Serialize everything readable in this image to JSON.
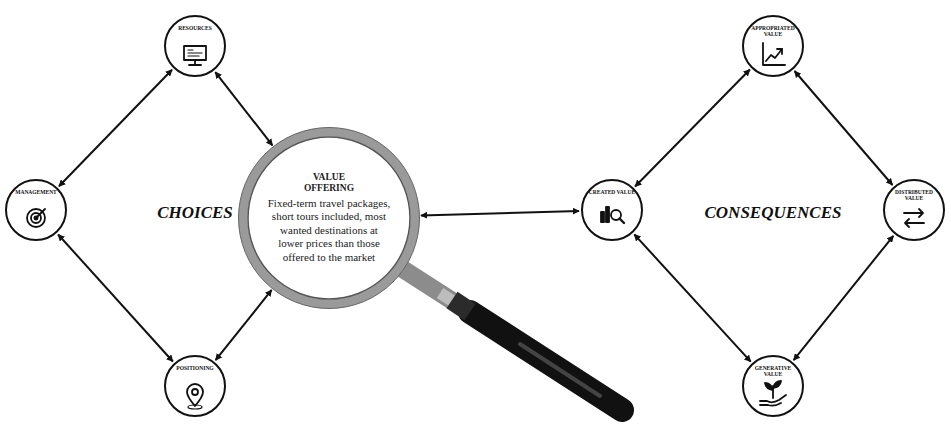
{
  "diagram": {
    "nodes": [
      {
        "text": [
          "RESOURCES"
        ]
      },
      {
        "text": [
          "MANAGEMENT"
        ]
      },
      {
        "text": [
          "POSITIONING"
        ]
      },
      {
        "text": [
          "VALUE OFFERING",
          "Fixed-term travel packages, short tours included, most wanted destinations at lower prices than those offered to the market"
        ]
      },
      {
        "text": [
          "APPROPRIATED VALUE"
        ]
      },
      {
        "text": [
          "CREATED VALUE"
        ]
      },
      {
        "text": [
          "DISTRIBUTED VALUE"
        ]
      },
      {
        "text": [
          "GENERATIVE VALUE"
        ]
      }
    ],
    "edges": [
      {
        "from": 0,
        "to": 1,
        "arrow": "both"
      },
      {
        "from": 1,
        "to": 2,
        "arrow": "both"
      },
      {
        "from": 2,
        "to": 3,
        "arrow": "both"
      },
      {
        "from": 3,
        "to": 0,
        "arrow": "both"
      },
      {
        "from": 3,
        "to": 5,
        "arrow": "both"
      },
      {
        "from": 5,
        "to": 4,
        "arrow": "both"
      },
      {
        "from": 4,
        "to": 6,
        "arrow": "both"
      },
      {
        "from": 6,
        "to": 7,
        "arrow": "both"
      },
      {
        "from": 7,
        "to": 5,
        "arrow": "both"
      }
    ],
    "labels": [
      "CHOICES",
      "CONSEQUENCES"
    ]
  }
}
